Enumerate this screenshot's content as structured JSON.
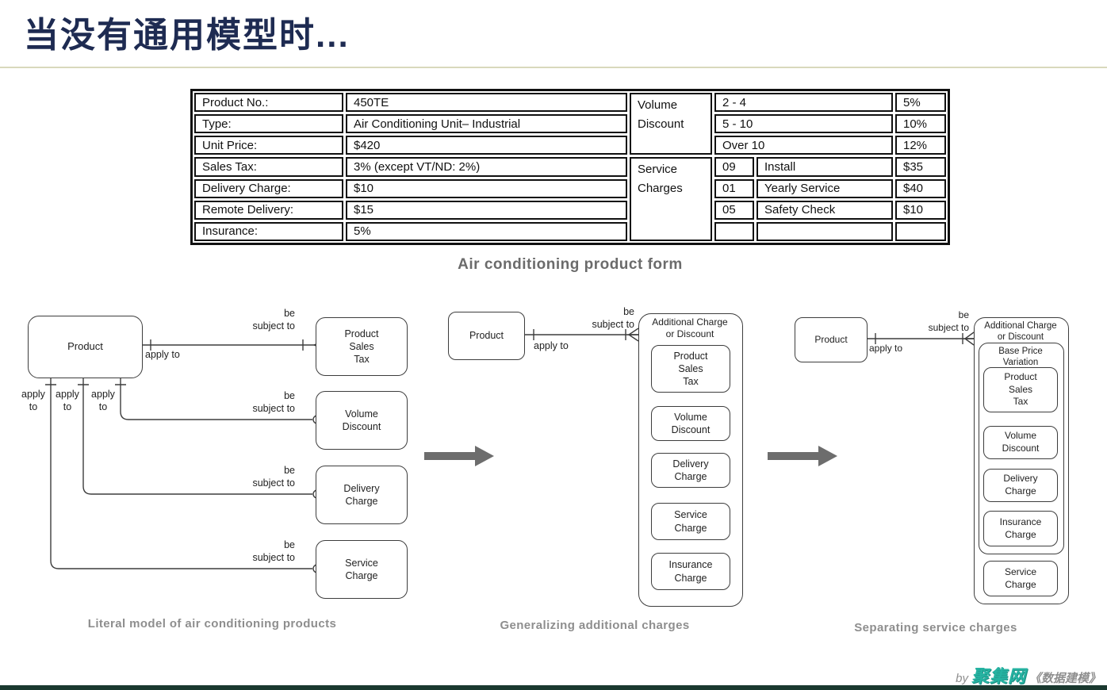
{
  "title": "当没有通用模型时...",
  "colors": {
    "title": "#1e2b52",
    "accent_teal": "#26b3a2",
    "bottom_bar": "#1a392f",
    "rule": "#d9d9bc"
  },
  "form": {
    "caption": "Air conditioning product form",
    "rows": [
      {
        "label": "Product No.:",
        "value": "450TE"
      },
      {
        "label": "Type:",
        "value": "Air Conditioning Unit– Industrial"
      },
      {
        "label": "Unit Price:",
        "value": "$420"
      },
      {
        "label": "Sales Tax:",
        "value": "3% (except VT/ND: 2%)"
      },
      {
        "label": "Delivery Charge:",
        "value": "$10"
      },
      {
        "label": "Remote Delivery:",
        "value": "$15"
      },
      {
        "label": "Insurance:",
        "value": "5%"
      }
    ],
    "volume_discount": {
      "label": "Volume\nDiscount",
      "rows": [
        {
          "range": "2 - 4",
          "pct": "5%"
        },
        {
          "range": "5 - 10",
          "pct": "10%"
        },
        {
          "range": "Over 10",
          "pct": "12%"
        }
      ]
    },
    "service_charges": {
      "label": "Service\nCharges",
      "rows": [
        {
          "code": "09",
          "name": "Install",
          "price": "$35"
        },
        {
          "code": "01",
          "name": "Yearly Service",
          "price": "$40"
        },
        {
          "code": "05",
          "name": "Safety Check",
          "price": "$10"
        }
      ]
    }
  },
  "labels": {
    "apply_to": "apply to",
    "apply_to_stacked": "apply\nto",
    "be_subject_to": "be\nsubject to"
  },
  "d1": {
    "caption": "Literal model of air conditioning products",
    "product": "Product",
    "entities": [
      "Product\nSales\nTax",
      "Volume\nDiscount",
      "Delivery\nCharge",
      "Service\nCharge"
    ]
  },
  "d2": {
    "caption": "Generalizing additional charges",
    "product": "Product",
    "container": "Additional Charge\nor Discount",
    "entities": [
      "Product\nSales\nTax",
      "Volume\nDiscount",
      "Delivery\nCharge",
      "Service\nCharge",
      "Insurance\nCharge"
    ]
  },
  "d3": {
    "caption": "Separating service charges",
    "product": "Product",
    "container": "Additional Charge\nor Discount",
    "inner_container": "Base Price\nVariation",
    "inner_entities": [
      "Product\nSales\nTax",
      "Volume\nDiscount",
      "Delivery\nCharge",
      "Insurance\nCharge"
    ],
    "outer_entities": [
      "Service\nCharge"
    ]
  },
  "footer": {
    "by": "by",
    "brand": "聚集网",
    "book": "《数据建模》"
  }
}
